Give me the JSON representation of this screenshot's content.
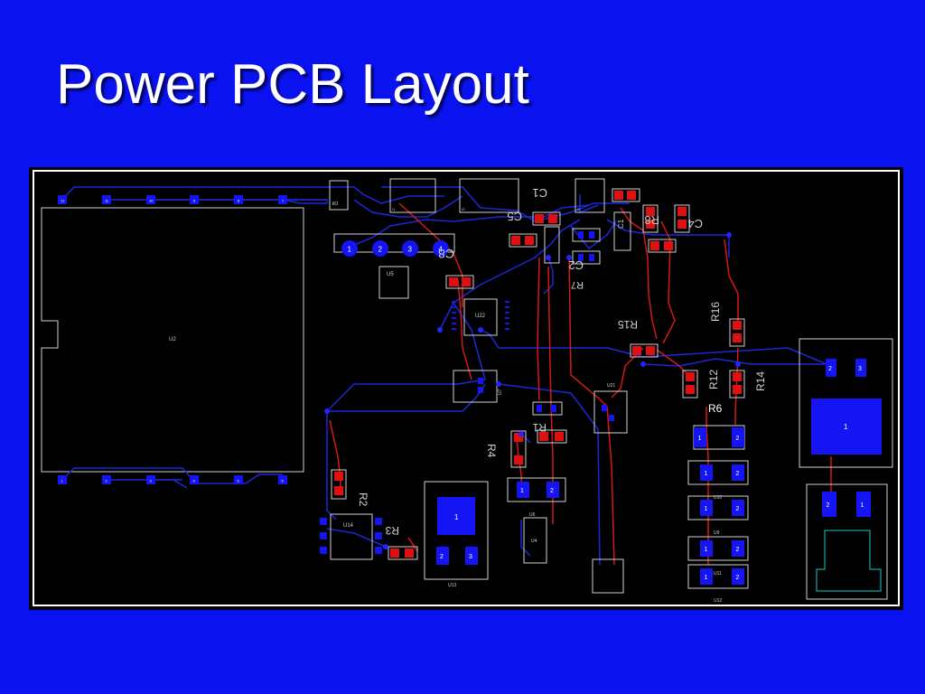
{
  "slide": {
    "title": "Power PCB Layout",
    "background_color": "#0a12f0"
  },
  "colors": {
    "board": "#000000",
    "outline": "#ffffff",
    "silkscreen": "#cfcfcf",
    "pad_top": "#1414f5",
    "pad_smd": "#e01010",
    "trace_blue": "#1a28d8",
    "trace_red": "#d41818",
    "via": "#2424ff",
    "connector_cyan": "#1ac8c8"
  },
  "designators": {
    "U2": "U2",
    "C1": "C1",
    "C5": "C5",
    "C8": "C8",
    "C4": "C4",
    "C2": "C2",
    "R8": "R8",
    "R7": "R7",
    "R15": "R15",
    "R16": "R16",
    "R12": "R12",
    "R6": "R6",
    "R14": "R14",
    "R4": "R4",
    "R1": "R1",
    "R2": "R2",
    "R3": "R3",
    "U5": "U5",
    "U22": "U22",
    "U7": "U7",
    "U21": "U21",
    "U14": "U14",
    "U13": "U13",
    "U6": "U6",
    "U4": "U4",
    "U9": "U9",
    "U10": "U10",
    "U11": "U11",
    "U12": "U12",
    "D8": "D8",
    "I1": "I1",
    "I3": "I3",
    "I5": "I5"
  },
  "pin_numbers": {
    "header_top": [
      "12",
      "11",
      "10",
      "9",
      "8",
      "7"
    ],
    "header_bottom": [
      "1",
      "2",
      "3",
      "4",
      "5",
      "6"
    ],
    "row4": [
      "1",
      "2",
      "3",
      "4"
    ],
    "pair": [
      "1",
      "2"
    ],
    "pair23": [
      "2",
      "3"
    ],
    "one": "1",
    "tri": [
      "1",
      "2",
      "3"
    ]
  }
}
